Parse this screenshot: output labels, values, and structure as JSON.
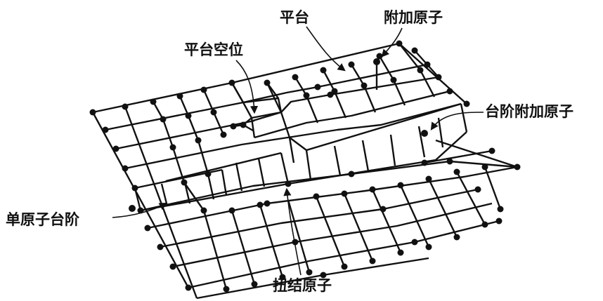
{
  "figure": {
    "labels": {
      "terrace": "平台",
      "adatom": "附加原子",
      "terrace_vacancy": "平台空位",
      "step_adatom": "台阶附加原子",
      "monatomic_step": "单原子台阶",
      "kink_atom": "扭结原子"
    },
    "colors": {
      "ink": "#111111",
      "background": "#ffffff"
    }
  }
}
